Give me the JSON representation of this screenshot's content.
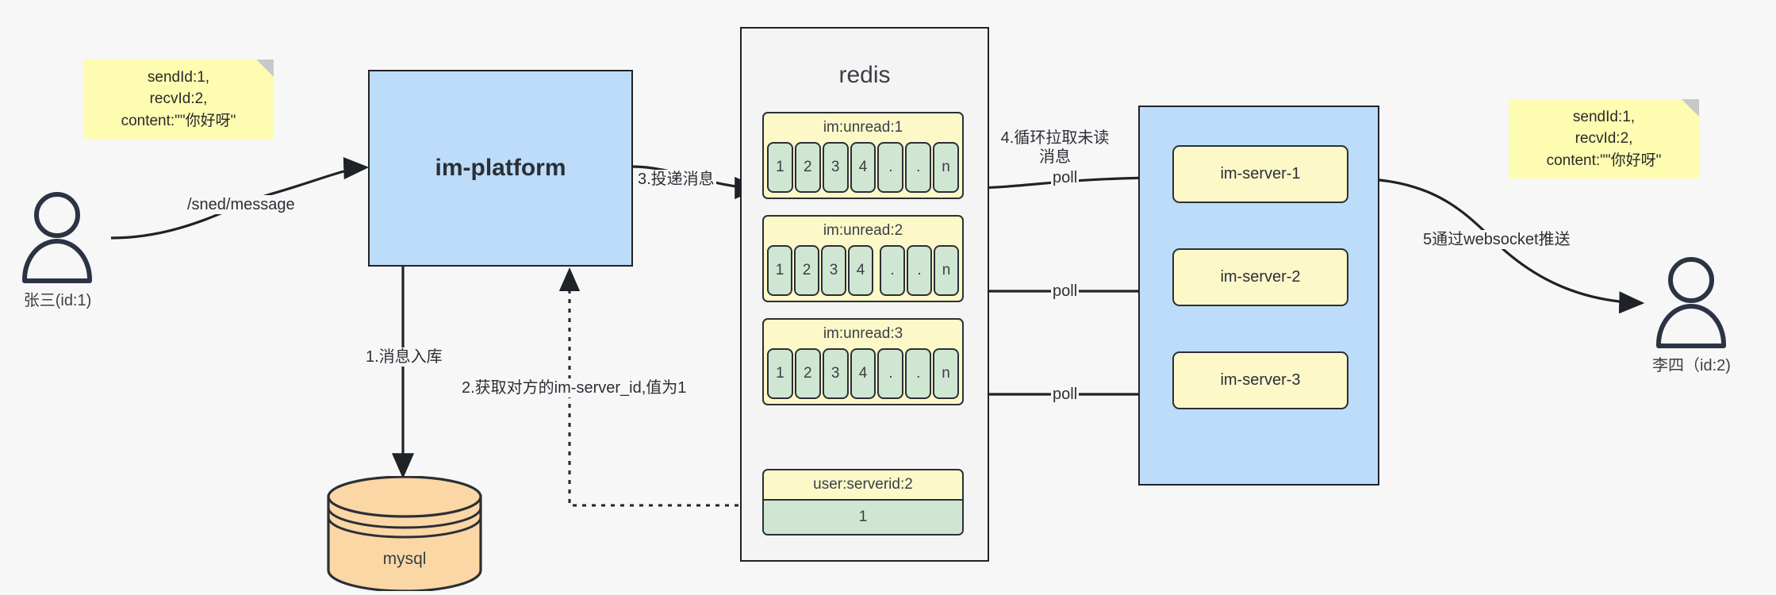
{
  "diagram": {
    "title": "IM message delivery architecture",
    "colors": {
      "blue_fill": "#bcdcf9",
      "yellow_fill": "#fdf8c8",
      "note_fill": "#fdfcb0",
      "green_fill": "#cfe6d3",
      "orange_fill": "#fbd7a5",
      "stroke": "#2b2f36",
      "canvas": "#f7f7f7"
    }
  },
  "notes": {
    "left": "sendId:1,\nrecvId:2,\ncontent:\"\"你好呀\"",
    "right": "sendId:1,\nrecvId:2,\ncontent:\"\"你好呀\""
  },
  "actors": {
    "sender": {
      "label": "张三(id:1)",
      "icon": "person-icon"
    },
    "receiver": {
      "label": "李四（id:2)",
      "icon": "person-icon"
    }
  },
  "nodes": {
    "platform": "im-platform",
    "mysql": "mysql",
    "redis_title": "redis",
    "servers": [
      "im-server-1",
      "im-server-2",
      "im-server-3"
    ]
  },
  "redis": {
    "keys": [
      {
        "name": "im:unread:1",
        "cells": [
          "1",
          "2",
          "3",
          "4",
          ".",
          ".",
          "n"
        ]
      },
      {
        "name": "im:unread:2",
        "cells": [
          "1",
          "2",
          "3",
          "4",
          ".",
          ".",
          "n"
        ]
      },
      {
        "name": "im:unread:3",
        "cells": [
          "1",
          "2",
          "3",
          "4",
          ".",
          ".",
          "n"
        ]
      }
    ],
    "kv": {
      "name": "user:serverid:2",
      "value": "1"
    }
  },
  "edges": {
    "send_message": "/sned/message",
    "step1": "1.消息入库",
    "step2": "2.获取对方的im-server_id,值为1",
    "step3": "3.投递消息",
    "step4": "4.循环拉取未读消息",
    "step5": "5通过websocket推送",
    "poll1": "poll",
    "poll2": "poll",
    "poll3": "poll"
  }
}
